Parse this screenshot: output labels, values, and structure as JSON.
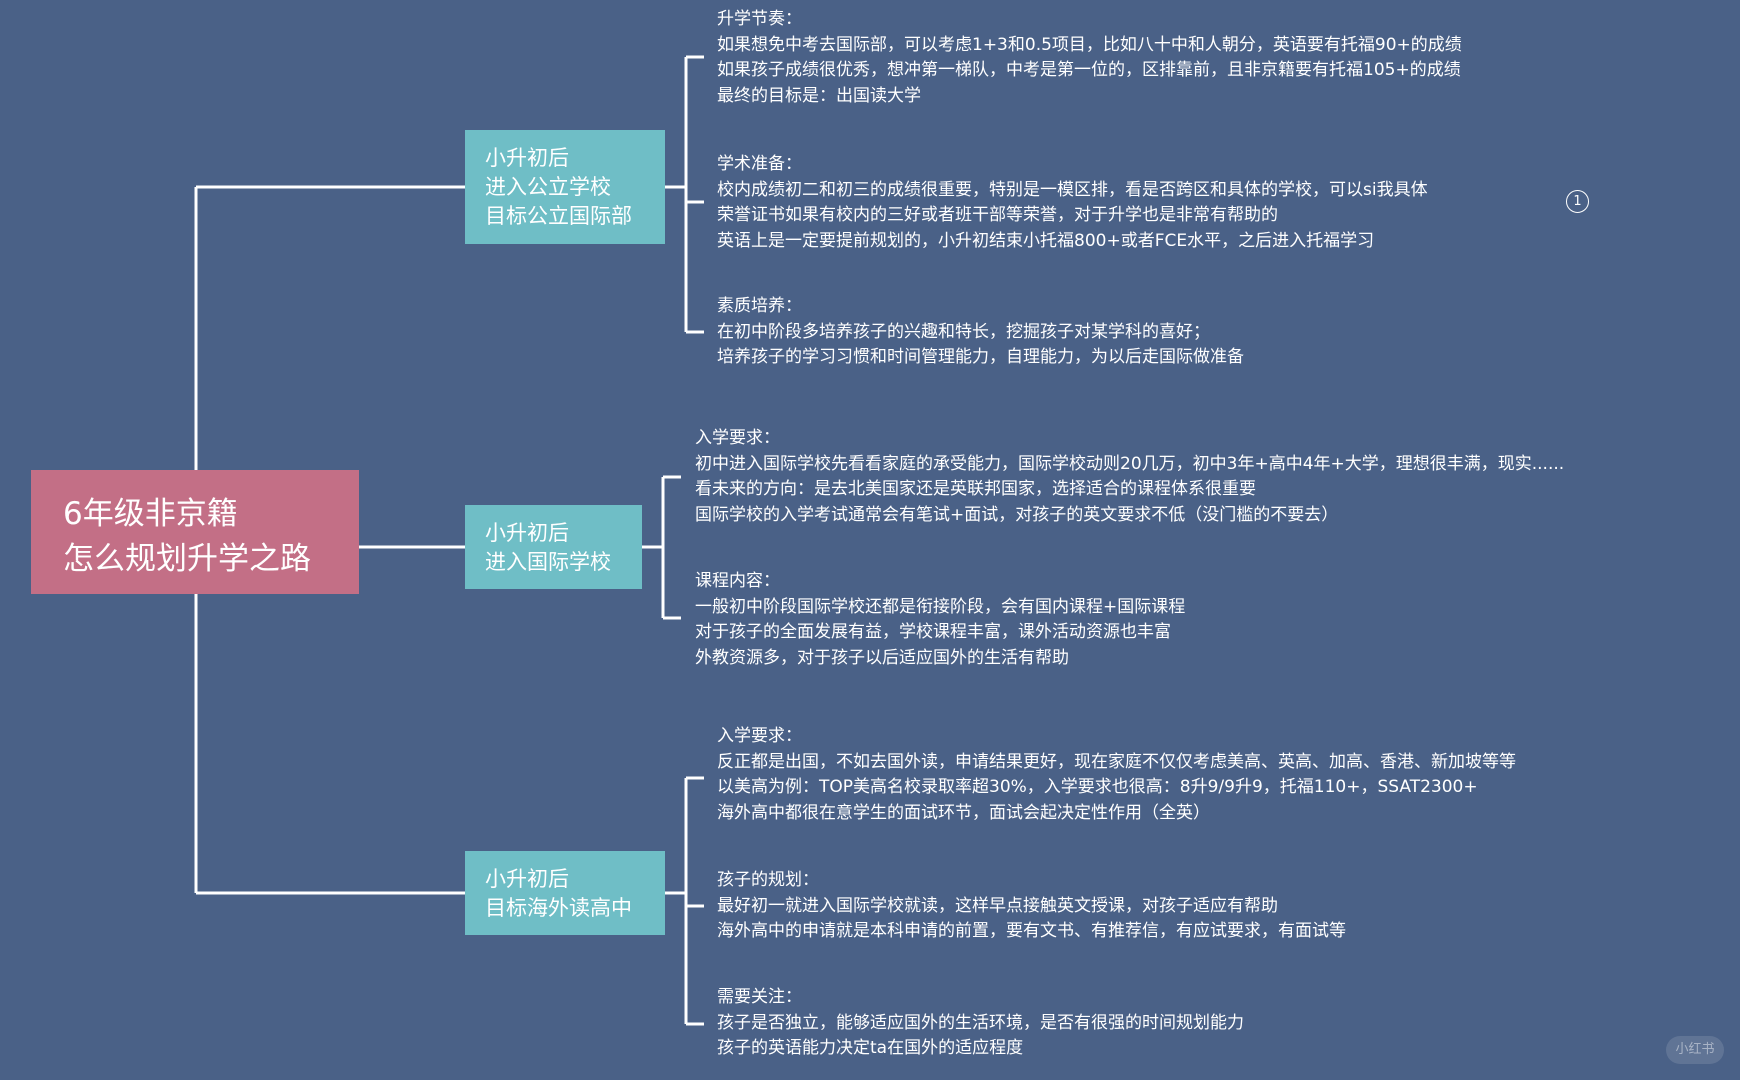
{
  "root": {
    "lines": [
      "6年级非京籍",
      "怎么规划升学之路"
    ]
  },
  "branches": [
    {
      "lines": [
        "小升初后",
        "进入公立学校",
        "目标公立国际部"
      ],
      "groups": [
        {
          "heading": "升学节奏：",
          "items": [
            "如果想免中考去国际部，可以考虑1+3和0.5项目，比如八十中和人朝分，英语要有托福90+的成绩",
            "如果孩子成绩很优秀，想冲第一梯队，中考是第一位的，区排靠前，且非京籍要有托福105+的成绩",
            "最终的目标是：出国读大学"
          ]
        },
        {
          "heading": "学术准备：",
          "items": [
            "校内成绩初二和初三的成绩很重要，特别是一模区排，看是否跨区和具体的学校，可以si我具体",
            "荣誉证书如果有校内的三好或者班干部等荣誉，对于升学也是非常有帮助的",
            "英语上是一定要提前规划的，小升初结束小托福800+或者FCE水平，之后进入托福学习"
          ]
        },
        {
          "heading": "素质培养：",
          "items": [
            "在初中阶段多培养孩子的兴趣和特长，挖掘孩子对某学科的喜好；",
            "培养孩子的学习习惯和时间管理能力，自理能力，为以后走国际做准备"
          ]
        }
      ]
    },
    {
      "lines": [
        "小升初后",
        "进入国际学校"
      ],
      "groups": [
        {
          "heading": "入学要求：",
          "items": [
            "初中进入国际学校先看看家庭的承受能力，国际学校动则20几万，初中3年+高中4年+大学，理想很丰满，现实......",
            "看未来的方向：是去北美国家还是英联邦国家，选择适合的课程体系很重要",
            "国际学校的入学考试通常会有笔试+面试，对孩子的英文要求不低（没门槛的不要去）"
          ]
        },
        {
          "heading": "课程内容：",
          "items": [
            "一般初中阶段国际学校还都是衔接阶段，会有国内课程+国际课程",
            "对于孩子的全面发展有益，学校课程丰富，课外活动资源也丰富",
            "外教资源多，对于孩子以后适应国外的生活有帮助"
          ]
        }
      ]
    },
    {
      "lines": [
        "小升初后",
        "目标海外读高中"
      ],
      "groups": [
        {
          "heading": "入学要求：",
          "items": [
            "反正都是出国，不如去国外读，申请结果更好，现在家庭不仅仅考虑美高、英高、加高、香港、新加坡等等",
            "以美高为例：TOP美高名校录取率超30%，入学要求也很高：8升9/9升9，托福110+，SSAT2300+",
            "海外高中都很在意学生的面试环节，面试会起决定性作用（全英）"
          ]
        },
        {
          "heading": "孩子的规划：",
          "items": [
            "最好初一就进入国际学校就读，这样早点接触英文授课，对孩子适应有帮助",
            "海外高中的申请就是本科申请的前置，要有文书、有推荐信，有应试要求，有面试等"
          ]
        },
        {
          "heading": "需要关注：",
          "items": [
            "孩子是否独立，能够适应国外的生活环境，是否有很强的时间规划能力",
            "孩子的英语能力决定ta在国外的适应程度"
          ]
        }
      ]
    }
  ],
  "note_badge": "1",
  "watermark": "小红书",
  "colors": {
    "background": "#4a6187",
    "root": "#c36f86",
    "branch": "#6fbec6",
    "line": "#ffffff",
    "text": "#ffffff"
  }
}
